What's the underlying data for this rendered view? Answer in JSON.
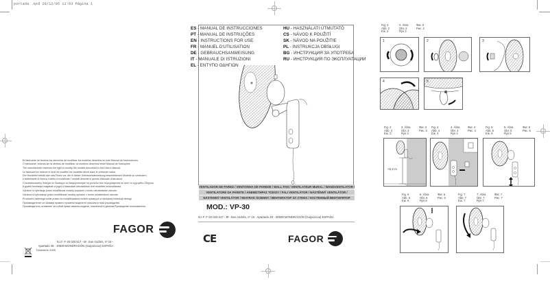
{
  "slug": {
    "text": "portada .qxd 28/12/05 11:03 Página 1"
  },
  "left_panel": {
    "disclaimers": [
      "El fabricante se reserva los derechos de modificar los modelos descritos en este Manual de Instrucciones.",
      "O fabricante, reserva-se os direitos de modificar os modelos descritos neste Manual de Instruções.",
      "The manufacturer reserves the right to modify the models described in this User's Manual.",
      "Le fabricant se réserve le droit de modifier les modèles décrit dans le présente notice.",
      "Der Hersteller behält sich das Recht vor, die in dieser Gebrauchsanweisung beschriebenen Modelle zu verändern.",
      "Il fabbricante si riserva il diritto a modificare i modelli descritti in questo Manuale d'Istruzioni.",
      "Ο κατασκευαστής διατηρεί το δικαίωμα να διαφοροποιήσει τα μοντέλα που περιγράφονται σε αυτό το εγχειρίδιο Οδηγιών",
      "A gyártó fenntartja magának a jogot a használati útmutatóban leírt modellek módosítására.",
      "Výrobce si vyhrazuje právo modifikovat modely popsané v tomto uživatelském návodu.",
      "Výrobca si vyhradzuje právo modifikovať modely opísané v tomto užívateľskom návode.",
      "Producent zastrzega sobie prawo do modyfikowania modeli opisanych w niniejszej instrukcji obsługi.",
      "Производителят си запазва правото промени моделите описани в това ръководство.",
      "Производитель оставляет за собой право замены модели, описанной в данном Руководстве пользователя."
    ],
    "brand": "FAGOR",
    "address_lines": [
      "N.I.F. F-20.020.517 - Bº. San Andrés, nº 18 -",
      "Apartado 49 - 20500 MONDRAGÓN (Guipúzcoa) ESPAÑA"
    ],
    "weee_icon": "crossed-bin-icon",
    "date": "Diciembre 2005"
  },
  "cover": {
    "languages_left": [
      {
        "code": "ES",
        "label": "MANUAL DE INSTRUCCIONES"
      },
      {
        "code": "PT",
        "label": "MANUAL DE INSTRUÇÕES"
      },
      {
        "code": "EN",
        "label": "INSTRUCTIONS FOR USE"
      },
      {
        "code": "FR",
        "label": "MANUEL D'UTILISATION"
      },
      {
        "code": "DE",
        "label": "GEBRAUCHSANWEISUNG"
      },
      {
        "code": "IT",
        "label": "MANUALE DI ISTRUZIONI"
      },
      {
        "code": "EL",
        "label": "ΕΝΤΥΠΟ ΟΔΗΓΙΩΝ"
      }
    ],
    "languages_right": [
      {
        "code": "HU",
        "label": "HASZNÁLATI ÚTMUTATÓ"
      },
      {
        "code": "CS",
        "label": "NÁVOD K POUŽITÍ"
      },
      {
        "code": "SK",
        "label": "NÁVOD NA POUŽITIE"
      },
      {
        "code": "PL",
        "label": "INSTRUKCJA OBSŁUGI"
      },
      {
        "code": "BG",
        "label": "ИНСТРУКЦИЯ ЗА УПОТРЕБА"
      },
      {
        "code": "RU",
        "label": "ИНСТРУКЦИЯ ПО ЭКСПЛУАТАЦИИ"
      }
    ],
    "product_names": [
      "VENTILADOR DE PARED / VENTOINHA DE PAREDE / WALL FAN / VENTILATEUR MURAL / WANDVENTILATOR /",
      "VENTILATORE DA PARETE / ΑΝΕΜΙΣΤΗΡΑΣ ΤΟΙΧΟΥ / FALI VENTILÁTOR / NÁSTĚNNÝ VENTILÁTOR /",
      "NÁSTENNÝ VENTILÁTOR / WIATRAK ŚCIENNY / ВЕНТИЛАТОР ЗА СТЕНА / НАСТЕННЫЙ ВЕНТИЛЯТОР"
    ],
    "model": "MOD.: VP-30",
    "address": "N.I.F. F-20.020.517 - Bº. San Andrés, nº 18 - Apartado 49 - 20500 MONDRAGÓN (Guipúzcoa) ESPAÑA",
    "ce_mark": "CE",
    "brand": "FAGOR"
  },
  "figures": {
    "fig2_caption": [
      [
        "Fig. 2",
        "Abb. 2",
        "Εικ. 2"
      ],
      [
        "2. Ábra",
        "Obr. 2",
        "Rys 2"
      ],
      [
        "Фиг. 2",
        "Рис. 2"
      ]
    ],
    "fig2_panels": [
      "1",
      "2",
      "3",
      "4",
      "5"
    ],
    "fig3_caption": [
      [
        "Fig. 3",
        "Abb. 3",
        "Εικ. 3"
      ],
      [
        "3. Ábra",
        "Obr. 3",
        "Rys 3"
      ],
      [
        "Фиг. 3",
        "Рис. 3"
      ]
    ],
    "fig3_height_label": ">2,2 m",
    "fig4_caption": [
      [
        "Fig. 4",
        "Abb. 4",
        "Εικ. 4"
      ],
      [
        "4. Ábra",
        "Obr. 4",
        "Rys 4"
      ],
      [
        "Фиг. 4",
        "Рис. 4"
      ]
    ],
    "fig5_caption": [
      [
        "Fig. 5",
        "Abb. 5",
        "Εικ. 5"
      ],
      [
        "5. Ábra",
        "Obr. 5",
        "Rys 5"
      ],
      [
        "Фиг. 5",
        "Рис. 5"
      ]
    ],
    "fig6_caption": [
      [
        "Fig. 6",
        "Abb. 6",
        "Εικ. 6"
      ],
      [
        "6. Ábra",
        "Obr. 6",
        "Rys 6"
      ],
      [
        "Фиг. 6",
        "Рис. 6"
      ]
    ],
    "fig7_caption": [
      [
        "Fig. 7",
        "Abb. 7",
        "Εικ. 7"
      ],
      [
        "7. Ábra",
        "Obr. 7",
        "Rys 7"
      ],
      [
        "Фиг. 7",
        "Рис. 7"
      ]
    ]
  }
}
